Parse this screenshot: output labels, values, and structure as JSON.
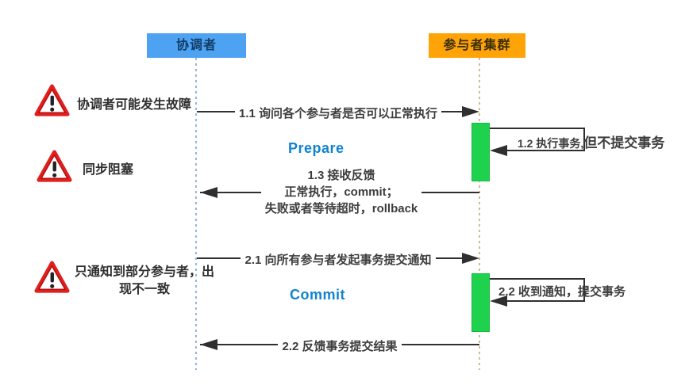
{
  "headers": {
    "coordinator": "协调者",
    "participants": "参与者集群"
  },
  "phases": {
    "prepare": "Prepare",
    "commit": "Commit"
  },
  "warnings": [
    {
      "text": "协调者可能发生故障"
    },
    {
      "text": "同步阻塞"
    },
    {
      "text": "只通知到部分参与者，出现不一致"
    }
  ],
  "messages": {
    "m11": "1.1 询问各个参与者是否可以正常执行",
    "m12_normal": "1.2 执行事务,",
    "m12_bold": "但不提交事务",
    "m13_line1": "1.3 接收反馈",
    "m13_line2": "正常执行，commit；",
    "m13_line3": "失败或者等待超时，rollback",
    "m21": "2.1 向所有参与者发起事务提交通知",
    "m22_self": "2.2 收到通知，提交事务",
    "m22_feedback": "2.2 反馈事务提交结果"
  },
  "colors": {
    "coordinator-box": "#4da3f2",
    "participants-box": "#ffa408",
    "activation-green": "#1ed24e",
    "phase-blue": "#1283cf",
    "arrow-dark": "#2f2f2f",
    "text-dark": "#3d3d3d",
    "coordinator-lifeline": "#8fb8dd",
    "participants-lifeline": "#d9b98a",
    "warning-red": "#e01f1f"
  }
}
